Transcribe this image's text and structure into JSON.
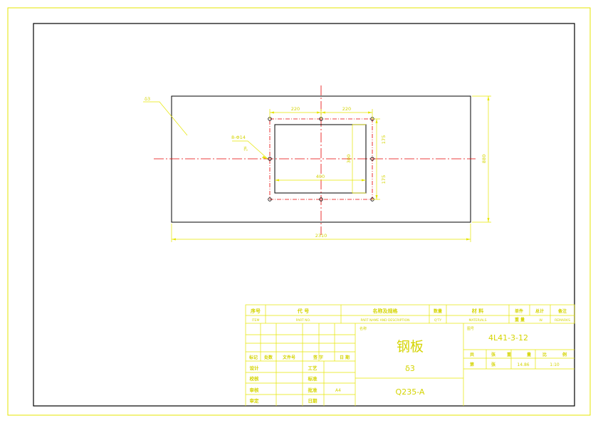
{
  "drawing": {
    "part_label": "δ3",
    "hole_note": "8-Φ14",
    "hole_mark": "孔",
    "dims": {
      "pitch_left": "220",
      "pitch_right": "220",
      "overall_width": "2310",
      "overall_height": "880",
      "opening_width": "400",
      "opening_height": "300",
      "pitch_upper": "175",
      "pitch_lower": "175"
    }
  },
  "title_block": {
    "bom_headers": {
      "seq": "序号",
      "seq_en": "ITEM",
      "code": "代 号",
      "code_en": "PART NO.",
      "name_spec": "名称及规格",
      "name_spec_en": "PART NAME AND DESCRIPTION",
      "qty": "数量",
      "qty_en": "Q'TY",
      "material": "材 料",
      "material_en": "MATERIALS",
      "unit_weight": "单件",
      "total_weight": "总计",
      "remarks": "备注",
      "weight": "重 量",
      "weight_en": "W.",
      "remarks_en": "REMARKS"
    },
    "revision_headers": {
      "mark": "标记",
      "count": "处数",
      "doc_no": "文件号",
      "signature": "签 字",
      "date": "日 期"
    },
    "roles": [
      "设计",
      "校核",
      "审核",
      "审定"
    ],
    "process_labels": {
      "craft": "工艺",
      "standard": "标准",
      "approve": "批准",
      "date": "日期"
    },
    "sheet_size": "A4",
    "name_label": "名称",
    "part_name": "钢板",
    "thickness": "δ3",
    "material": "Q235-A",
    "drawing_no_label": "图号",
    "drawing_no": "4L41-3-12",
    "info_headers": {
      "total": "共",
      "sheet": "张",
      "weight": "重",
      "amount": "量",
      "scale": "比",
      "example": "例"
    },
    "info_values": {
      "page": "第",
      "sheet": "张",
      "weight": "14.86",
      "scale": "1:10"
    }
  }
}
